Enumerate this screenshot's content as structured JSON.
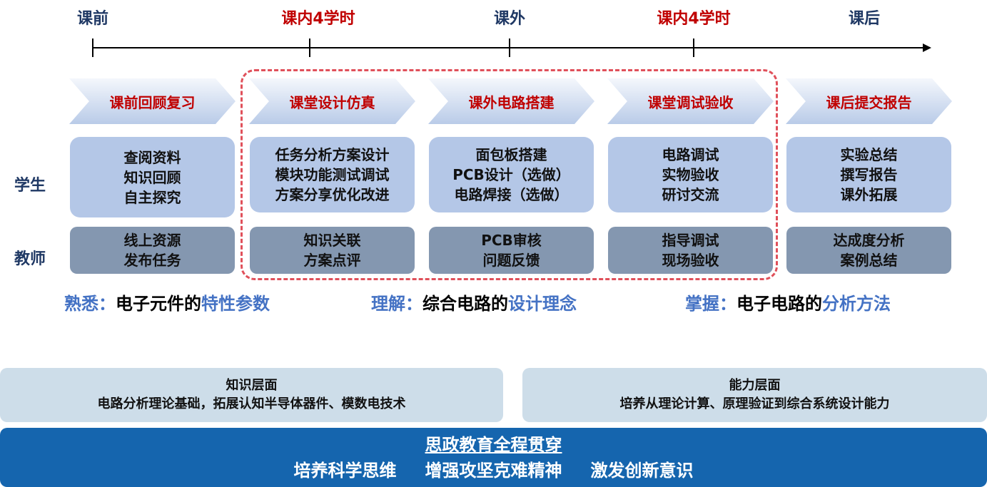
{
  "timeline": [
    {
      "label": "课前",
      "color": "#1f3864"
    },
    {
      "label": "课内4学时",
      "color": "#c00000"
    },
    {
      "label": "课外",
      "color": "#1f3864"
    },
    {
      "label": "课内4学时",
      "color": "#c00000"
    },
    {
      "label": "课后",
      "color": "#1f3864"
    }
  ],
  "roles": {
    "student": "学生",
    "teacher": "教师"
  },
  "stages": [
    {
      "title": "课前回顾复习",
      "student": [
        "查阅资料",
        "知识回顾",
        "自主探究"
      ],
      "teacher": [
        "线上资源",
        "发布任务"
      ]
    },
    {
      "title": "课堂设计仿真",
      "student": [
        "任务分析方案设计",
        "模块功能测试调试",
        "方案分享优化改进"
      ],
      "teacher": [
        "知识关联",
        "方案点评"
      ]
    },
    {
      "title": "课外电路搭建",
      "student": [
        "面包板搭建",
        "PCB设计（选做）",
        "电路焊接（选做）"
      ],
      "teacher": [
        "PCB审核",
        "问题反馈"
      ]
    },
    {
      "title": "课堂调试验收",
      "student": [
        "电路调试",
        "实物验收",
        "研讨交流"
      ],
      "teacher": [
        "指导调试",
        "现场验收"
      ]
    },
    {
      "title": "课后提交报告",
      "student": [
        "实验总结",
        "撰写报告",
        "课外拓展"
      ],
      "teacher": [
        "达成度分析",
        "案例总结"
      ]
    }
  ],
  "objectives": [
    {
      "verb": "熟悉：",
      "text": "电子元件的",
      "key": "特性参数"
    },
    {
      "verb": "理解：",
      "text": "综合电路的",
      "key": "设计理念"
    },
    {
      "verb": "掌握：",
      "text": "电子电路的",
      "key": "分析方法"
    }
  ],
  "knowledge": {
    "title": "知识层面",
    "text": "电路分析理论基础，拓展认知半导体器件、模数电技术"
  },
  "ability": {
    "title": "能力层面",
    "text": "培养从理论计算、原理验证到综合系统设计能力"
  },
  "ideology": {
    "title": "思政教育全程贯穿",
    "items": [
      "培养科学思维",
      "增强攻坚克难精神",
      "激发创新意识"
    ]
  }
}
